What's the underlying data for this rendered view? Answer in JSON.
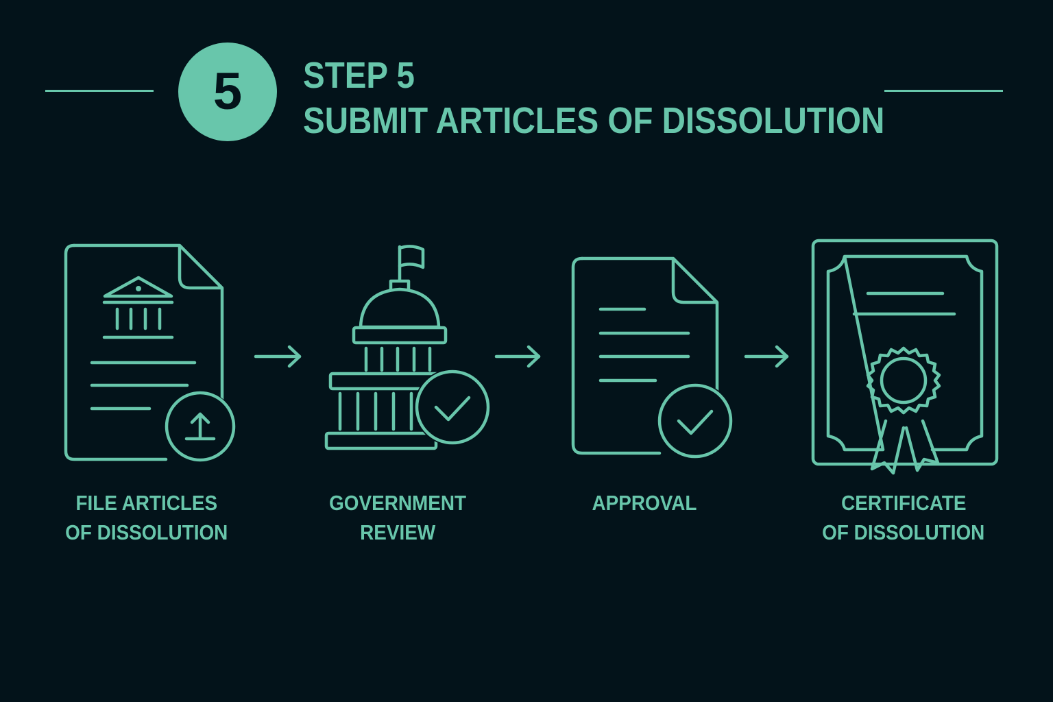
{
  "header": {
    "step_number": "5",
    "step_label": "STEP 5",
    "title": "SUBMIT ARTICLES OF DISSOLUTION"
  },
  "steps": [
    {
      "line1": "FILE ARTICLES",
      "line2": "OF DISSOLUTION",
      "icon": "document-upload-icon"
    },
    {
      "line1": "GOVERNMENT",
      "line2": "REVIEW",
      "icon": "capitol-check-icon"
    },
    {
      "line1": "APPROVAL",
      "line2": "",
      "icon": "document-check-icon"
    },
    {
      "line1": "CERTIFICATE",
      "line2": "OF DISSOLUTION",
      "icon": "certificate-ribbon-icon"
    }
  ],
  "colors": {
    "background": "#03131a",
    "accent": "#68c6ab"
  }
}
